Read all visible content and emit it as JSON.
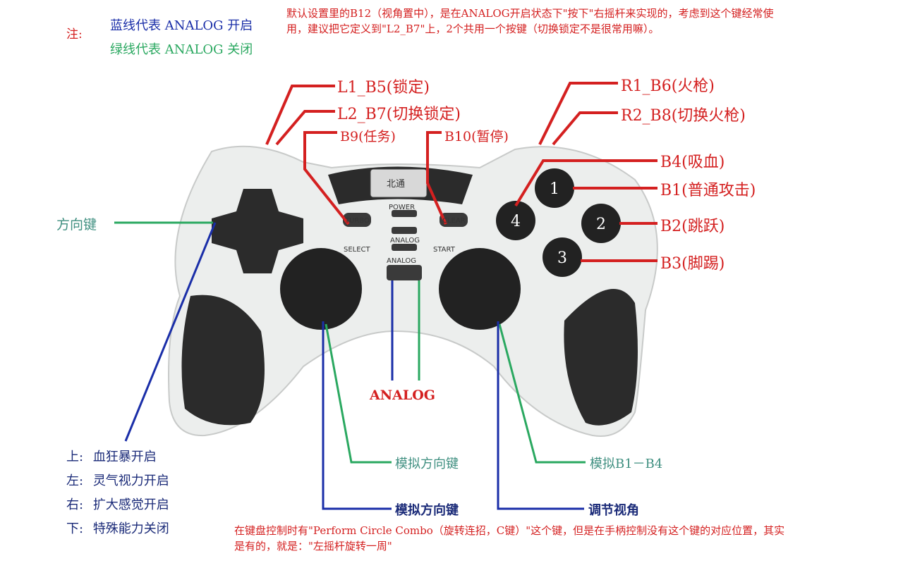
{
  "notes": {
    "prefix": "注:",
    "blue_line": "蓝线代表 ANALOG 开启",
    "green_line": "绿线代表 ANALOG 关闭",
    "top_remark": "默认设置里的B12（视角置中），是在ANALOG开启状态下\"按下\"右摇杆来实现的，考虑到这个键经常使用，建议把它定义到\"L2_B7\"上，2个共用一个按键（切换锁定不是很常用嘛）。",
    "bottom_remark": "在键盘控制时有\"Perform Circle Combo（旋转连招，C键）\"这个键，但是在手柄控制没有这个键的对应位置，其实是有的，就是：\"左摇杆旋转一周\""
  },
  "labels": {
    "l1": "L1_B5(锁定)",
    "l2": "L2_B7(切换锁定)",
    "b9": "B9(任务)",
    "b10": "B10(暂停)",
    "r1": "R1_B6(火枪)",
    "r2": "R2_B8(切换火枪)",
    "b4": "B4(吸血)",
    "b1": "B1(普通攻击)",
    "b2": "B2(跳跃)",
    "b3": "B3(脚踢)",
    "dpad": "方向键",
    "analog": "ANALOG",
    "left_stick_green": "模拟方向键",
    "right_stick_green": "模拟B1－B4",
    "left_stick_blue": "模拟方向键",
    "right_stick_blue": "调节视角"
  },
  "dpad_modes": [
    {
      "dir": "上:",
      "text": "血狂暴开启"
    },
    {
      "dir": "左:",
      "text": "灵气视力开启"
    },
    {
      "dir": "右:",
      "text": "扩大感觉开启"
    },
    {
      "dir": "下:",
      "text": "特殊能力关闭"
    }
  ],
  "pad_buttons": {
    "b1": "1",
    "b2": "2",
    "b3": "3",
    "b4": "4"
  },
  "pad_panel": {
    "power": "POWER",
    "turbo": "TURBO",
    "clear": "CLEAR",
    "analog_led": "ANALOG",
    "select": "SELECT",
    "start": "START",
    "analog_btn": "ANALOG",
    "brand": "北通"
  },
  "colors": {
    "red": "#d42020",
    "blue": "#1a2ea8",
    "green": "#2aa860",
    "teal": "#3f8f80",
    "body": "#eceeed",
    "dark": "#2b2b2b"
  }
}
